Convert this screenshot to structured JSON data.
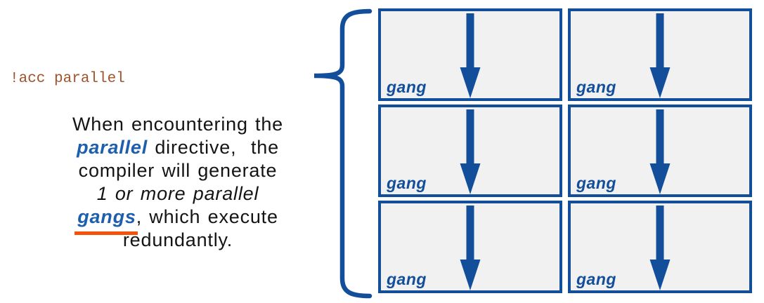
{
  "code_label": "!acc parallel",
  "paragraph": {
    "line1": "When encountering the",
    "line2_highlight": "parallel",
    "line2_rest": " directive,  the",
    "line3": "compiler will generate",
    "line4": "1 or more parallel",
    "line5_highlight": "gangs",
    "line5_rest": ", which execute",
    "line6": "redundantly."
  },
  "grid": {
    "rows": 3,
    "columns": 2
  },
  "boxes": [
    {
      "label": "gang"
    },
    {
      "label": "gang"
    },
    {
      "label": "gang"
    },
    {
      "label": "gang"
    },
    {
      "label": "gang"
    },
    {
      "label": "gang"
    }
  ],
  "icons": {
    "brace": "left-curly-brace",
    "arrow": "down-arrow"
  },
  "colors": {
    "blue": "#134E9B",
    "blue_text": "#1E5FAD",
    "box_bg": "#F1F1F1",
    "code_text": "#A0532A",
    "underline": "#F4510C",
    "ink": "#141414"
  }
}
